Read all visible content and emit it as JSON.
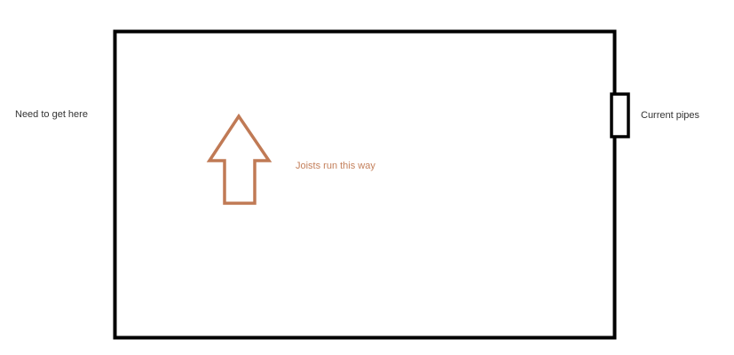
{
  "labels": {
    "destination": "Need to get here",
    "pipes": "Current pipes",
    "joists": "Joists run this way"
  },
  "colors": {
    "arrow": "#c07a55",
    "outline": "#000000",
    "joist_text": "#c4805c"
  }
}
